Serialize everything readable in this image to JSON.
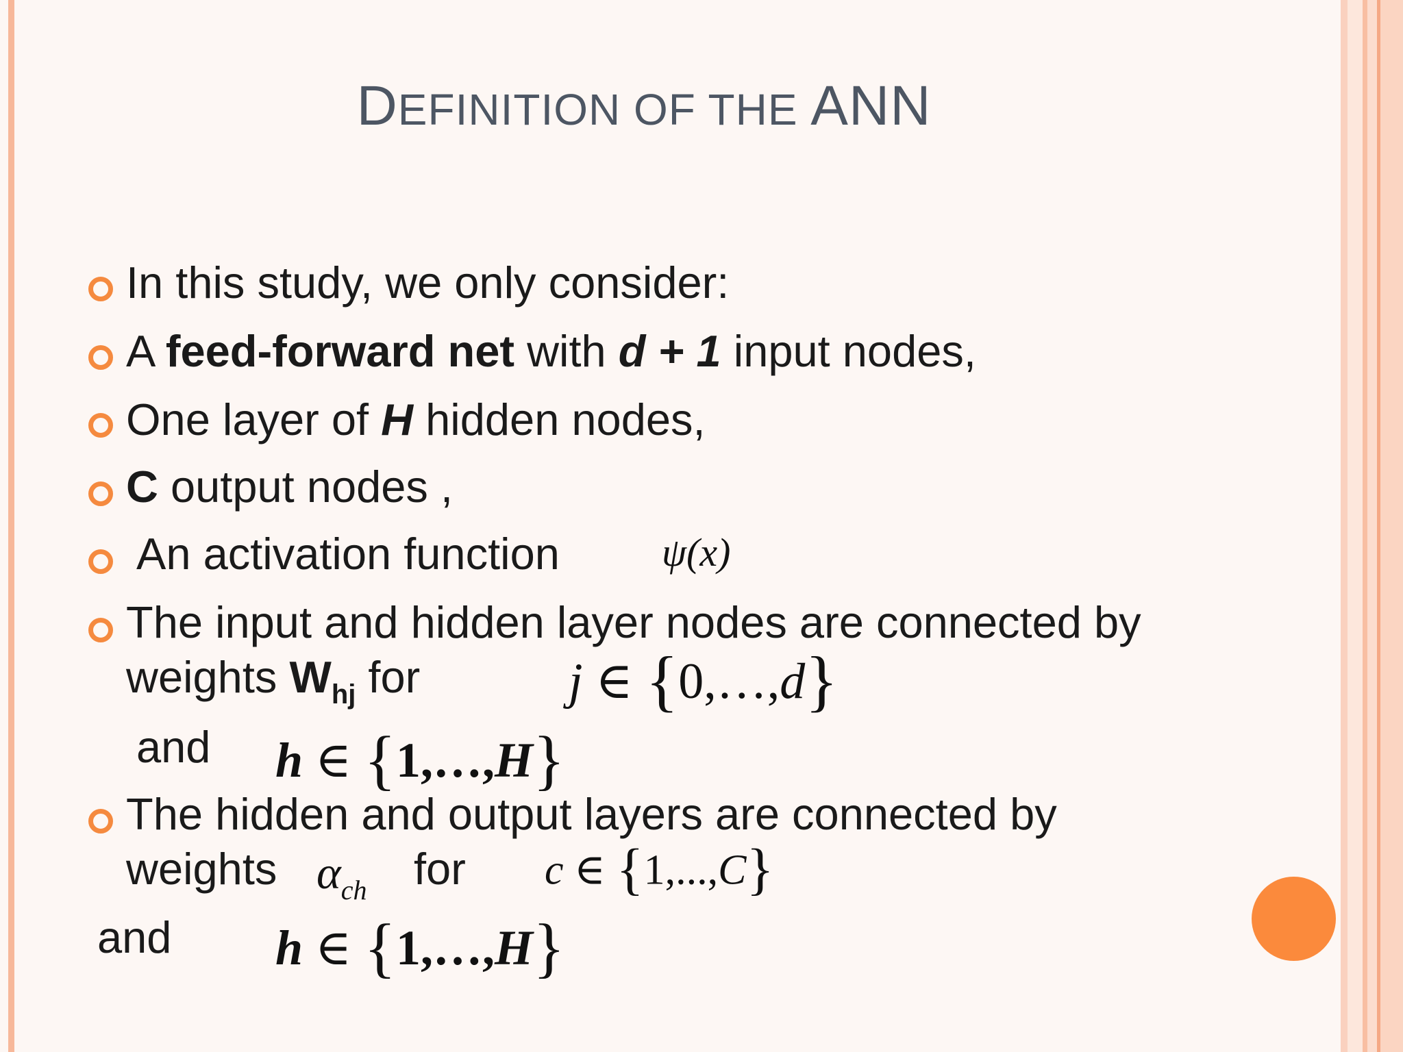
{
  "slide": {
    "title": {
      "part1_big": "D",
      "part1_small": "EFINITION OF THE ",
      "part2": "ANN"
    },
    "bullets": [
      {
        "text": "In this study, we only consider:"
      },
      {
        "prefix": "A ",
        "bold": "feed-forward net",
        "mid": " with ",
        "bold_italic": "d + 1",
        "suffix": " input nodes,"
      },
      {
        "prefix": "One layer of ",
        "bold_italic": "H",
        "suffix": " hidden nodes,"
      },
      {
        "bold": "C",
        "suffix": " output nodes ,"
      },
      {
        "text": "An activation function",
        "math": "ψ(x)"
      },
      {
        "line1": "The input and hidden layer nodes are connected by",
        "line2_prefix": "weights ",
        "line2_bold": "W",
        "line2_sub": "hj",
        "line2_suffix": "  for",
        "math1": {
          "var": "j",
          "op": " ∈ ",
          "open": "{",
          "set": "0,…,",
          "last": "d",
          "close": "}"
        },
        "and_label": "and",
        "math2": {
          "var": "h",
          "op": " ∈ ",
          "open": "{",
          "set": "1,…,",
          "last": "H",
          "close": "}"
        }
      },
      {
        "line1": "The hidden and output layers are connected by",
        "line2_prefix": "weights",
        "alpha": "α",
        "alpha_sub": "ch",
        "line2_suffix": "for",
        "math1": {
          "var": "c",
          "op": " ∈ ",
          "open": "{",
          "set": "1,...,",
          "last": "C",
          "close": "}"
        },
        "and_label": "and",
        "math2": {
          "var": "h",
          "op": " ∈ ",
          "open": "{",
          "set": "1,…,",
          "last": "H",
          "close": "}"
        }
      }
    ]
  },
  "colors": {
    "background": "#fdf7f4",
    "accent": "#f58a3f",
    "circle": "#fb8a3c",
    "title": "#4d5663",
    "stripe_light": "#fcd9c8",
    "stripe_mid": "#f7b89a"
  },
  "icons": [
    "bullet-ring-icon",
    "decorative-circle-icon"
  ]
}
